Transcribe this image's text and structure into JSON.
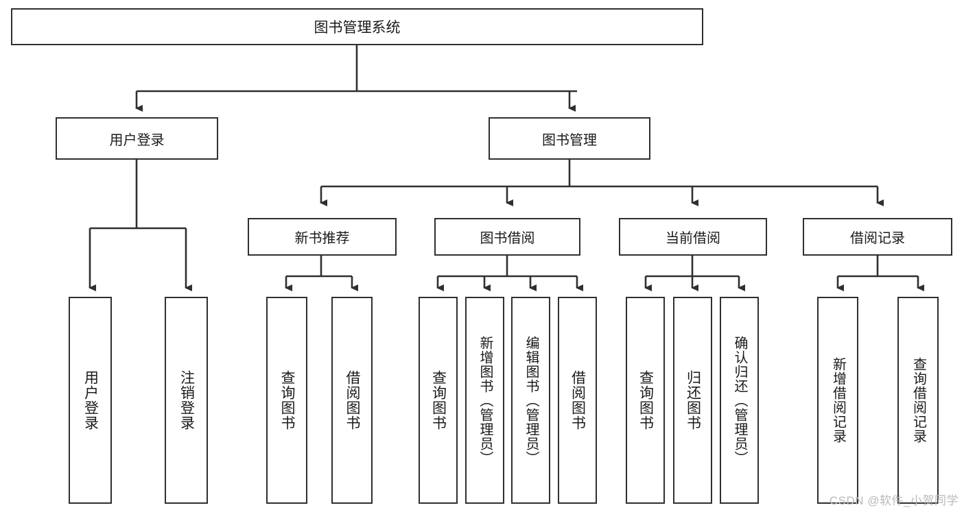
{
  "diagram": {
    "title": "图书管理系统",
    "type": "hierarchy-tree",
    "root": {
      "label": "图书管理系统"
    },
    "level1": [
      {
        "id": "user-login",
        "label": "用户登录"
      },
      {
        "id": "book-manage",
        "label": "图书管理"
      }
    ],
    "level2": [
      {
        "id": "new-book-rec",
        "label": "新书推荐"
      },
      {
        "id": "book-borrow",
        "label": "图书借阅"
      },
      {
        "id": "current-borrow",
        "label": "当前借阅"
      },
      {
        "id": "borrow-record",
        "label": "借阅记录"
      }
    ],
    "leaves": {
      "user_login": [
        {
          "id": "leaf-user-login",
          "label": "用户登录"
        },
        {
          "id": "leaf-logout",
          "label": "注销登录"
        }
      ],
      "new_book_rec": [
        {
          "id": "leaf-query-book-1",
          "label": "查询图书"
        },
        {
          "id": "leaf-borrow-book-1",
          "label": "借阅图书"
        }
      ],
      "book_borrow": [
        {
          "id": "leaf-query-book-2",
          "label": "查询图书"
        },
        {
          "id": "leaf-add-book",
          "label": "新增图书（管理员）"
        },
        {
          "id": "leaf-edit-book",
          "label": "编辑图书（管理员）"
        },
        {
          "id": "leaf-borrow-book-2",
          "label": "借阅图书"
        }
      ],
      "current_borrow": [
        {
          "id": "leaf-query-book-3",
          "label": "查询图书"
        },
        {
          "id": "leaf-return-book",
          "label": "归还图书"
        },
        {
          "id": "leaf-confirm-return",
          "label": "确认归还（管理员）"
        }
      ],
      "borrow_record": [
        {
          "id": "leaf-add-record",
          "label": "新增借阅记录"
        },
        {
          "id": "leaf-query-record",
          "label": "查询借阅记录"
        }
      ]
    }
  },
  "watermark": {
    "text": "CSDN @软件_小贺同学"
  },
  "colors": {
    "stroke": "#2f2f2f",
    "fill": "#ffffff",
    "text": "#1a1a1a",
    "watermark": "#b9b9b9"
  }
}
